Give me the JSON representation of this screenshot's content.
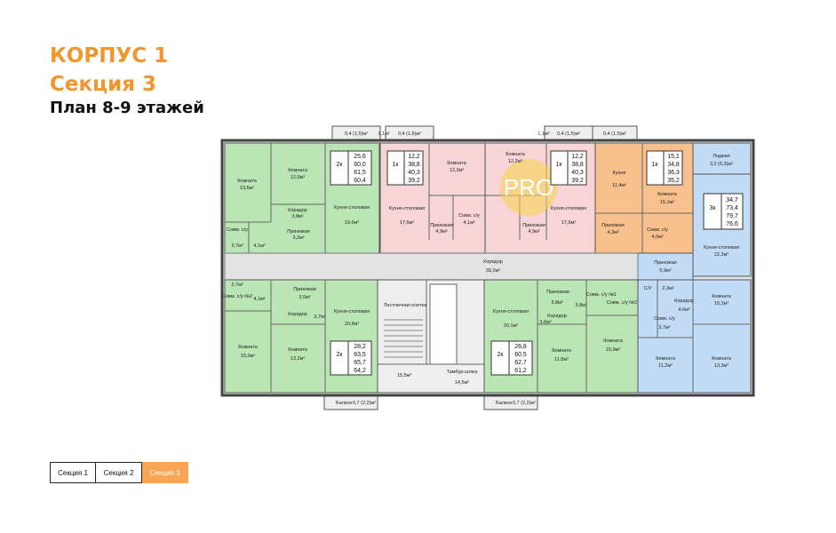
{
  "header": {
    "building": "КОРПУС 1",
    "section": "Секция 3",
    "plan": "План 8-9 этажей"
  },
  "colors": {
    "green": "#b9e6b4",
    "pink": "#f7d4d6",
    "orange": "#f8c08c",
    "blue": "#c2dcf5",
    "corridor": "#e3e3e3",
    "wall": "#4a4a4a",
    "accent": "#f0962b"
  },
  "watermark": {
    "text": "PRO"
  },
  "tabs": [
    {
      "label": "Секция 1",
      "active": false
    },
    {
      "label": "Секция 2",
      "active": false
    },
    {
      "label": "Секция 3",
      "active": true
    }
  ],
  "apartments": [
    {
      "id": "a1",
      "rooms": "2к",
      "areas": [
        "25,6",
        "60,0",
        "61,5",
        "60,4"
      ]
    },
    {
      "id": "a2",
      "rooms": "1к",
      "areas": [
        "12,2",
        "38,8",
        "40,3",
        "39,2"
      ]
    },
    {
      "id": "a3",
      "rooms": "1к",
      "areas": [
        "12,2",
        "38,8",
        "40,3",
        "39,2"
      ]
    },
    {
      "id": "a4",
      "rooms": "1к",
      "areas": [
        "15,1",
        "34,8",
        "36,3",
        "35,2"
      ]
    },
    {
      "id": "a5",
      "rooms": "3к",
      "areas": [
        "34,7",
        "73,4",
        "79,7",
        "76,6"
      ]
    },
    {
      "id": "a6",
      "rooms": "2к",
      "areas": [
        "28,2",
        "63,5",
        "65,7",
        "64,2"
      ]
    },
    {
      "id": "a7",
      "rooms": "2к",
      "areas": [
        "26,8",
        "60,5",
        "62,7",
        "61,2"
      ]
    }
  ],
  "labels": {
    "room": "Комната",
    "kitchen_dining": "Кухня-столовая",
    "kitchen": "Кухня",
    "hall": "Прихожая",
    "corridor": "Коридор",
    "bath": "Совм. с/у",
    "bath1": "Совм. с/у №1",
    "bath2": "Совм. с/у №2",
    "wc": "С/У",
    "stairs": "Лестничная клетка",
    "lobby": "Тамбур-шлюз",
    "balcony": "Балкон",
    "loggia": "Лоджия",
    "l_room_a": "13,6м²",
    "l_room_b": "12,0м²",
    "l_kd_a": "19,6м²",
    "l_corr_a": "3,8м²",
    "l_hall_a": "3,2м²",
    "l_bath_a": "3,7м²",
    "l_bath_b": "4,1м²",
    "l_kd_b": "17,6м²",
    "l_room_c": "12,2м²",
    "l_hall_b": "4,9м²",
    "l_bath_c": "4,1м²",
    "l_room_d": "12,2м²",
    "l_kd_c": "17,6м²",
    "l_hall_c": "4,9м²",
    "l_kitchen": "11,4м²",
    "l_room_e": "15,1м²",
    "l_hall_d": "4,3м²",
    "l_bath_d": "4,0м²",
    "l_loggia": "3,2 (6,3)м²",
    "l_kd_d": "22,2м²",
    "l_hall_e": "5,9м²",
    "l_corr_big": "39,2м²",
    "l_bath_e": "3,7м²",
    "l_bath_f": "4,1м²",
    "l_hall_f": "3,0м²",
    "l_corr_b": "3,7м²",
    "l_kd_e": "20,8м²",
    "l_room_f": "15,0м²",
    "l_room_g": "13,2м²",
    "l_stairs": "15,5м²",
    "l_lobby": "14,5м²",
    "l_kd_f": "20,1м²",
    "l_hall_g": "3,8м²",
    "l_corr_c": "3,6м²",
    "l_bath_g": "3,8м²",
    "l_room_h": "11,8м²",
    "l_room_i": "15,0м²",
    "l_wc": "2,3м²",
    "l_corr_d": "4,6м²",
    "l_bath_h": "3,7м²",
    "l_room_j": "10,2м²",
    "l_room_k": "11,2м²",
    "l_room_l": "13,3м²",
    "l_balc_l": "0,7 (2,2)м²",
    "l_balc_r": "0,7 (2,2)м²",
    "l_bal_t1": "0,4 (1,5)м²",
    "l_bal_t2": "0,4 (1,5)м²",
    "l_bal_t3": "0,4 (1,5)м²",
    "l_bal_t4": "0,4 (1,5)м²",
    "l_bal_t5": "1,1м²",
    "l_bal_t6": "1,1м²"
  }
}
